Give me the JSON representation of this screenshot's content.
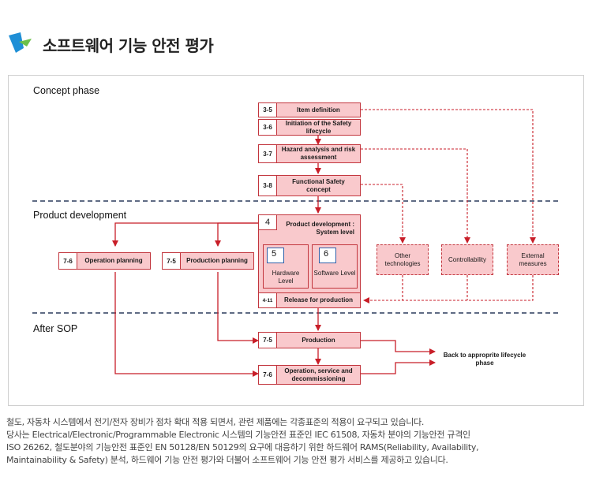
{
  "page": {
    "title": "소프트웨어 기능 안전 평가"
  },
  "diagram": {
    "phases": {
      "concept": "Concept phase",
      "product": "Product development",
      "after_sop": "After SOP"
    },
    "concept_steps": [
      {
        "num": "3-5",
        "label": "Item definition"
      },
      {
        "num": "3-6",
        "label": "Initiation of the Safety lifecycle"
      },
      {
        "num": "3-7",
        "label": "Hazard analysis and risk assessment"
      },
      {
        "num": "3-8",
        "label": "Functional Safety concept"
      }
    ],
    "product_dev": {
      "num": "4",
      "label": "Product development : System level",
      "hardware": {
        "num": "5",
        "label": "Hardware Level"
      },
      "software": {
        "num": "6",
        "label": "Software Level"
      },
      "release": {
        "num": "4-11",
        "label": "Release for production"
      }
    },
    "planning": [
      {
        "num": "7-6",
        "label": "Operation planning"
      },
      {
        "num": "7-5",
        "label": "Production planning"
      }
    ],
    "external_factors": [
      "Other technologies",
      "Controllability",
      "External measures"
    ],
    "after_sop_steps": [
      {
        "num": "7-5",
        "label": "Production"
      },
      {
        "num": "7-6",
        "label": "Operation, service and decommissioning"
      }
    ],
    "back_note": "Back to approprite lifecycle phase"
  },
  "description": {
    "line1": "철도, 자동차 시스템에서 전기/전자 장비가 점차 확대 적용 되면서, 관련 제품에는 각종표준의 적용이 요구되고 있습니다.",
    "line2": "당사는 Electrical/Electronic/Programmable Electronic 시스템의 기능안전 표준인 IEC 61508, 자동차 분야의 기능안전 규격인",
    "line3": "ISO 26262, 철도분야의 기능안전 표준인 EN 50128/EN 50129의 요구에 대응하기 위한 하드웨어 RAMS(Reliability, Availability,",
    "line4": "Maintainability & Safety) 분석, 하드웨어 기능 안전 평가와 더불어 소프트웨어 기능 안전 평가 서비스를 제공하고 있습니다."
  },
  "colors": {
    "box_fill": "#f9c9cc",
    "box_border": "#c2353d",
    "arrow": "#c81e28",
    "phase_divider": "#2a3a5c",
    "logo_blue": "#1f8fd6",
    "logo_green": "#6cc04a"
  }
}
